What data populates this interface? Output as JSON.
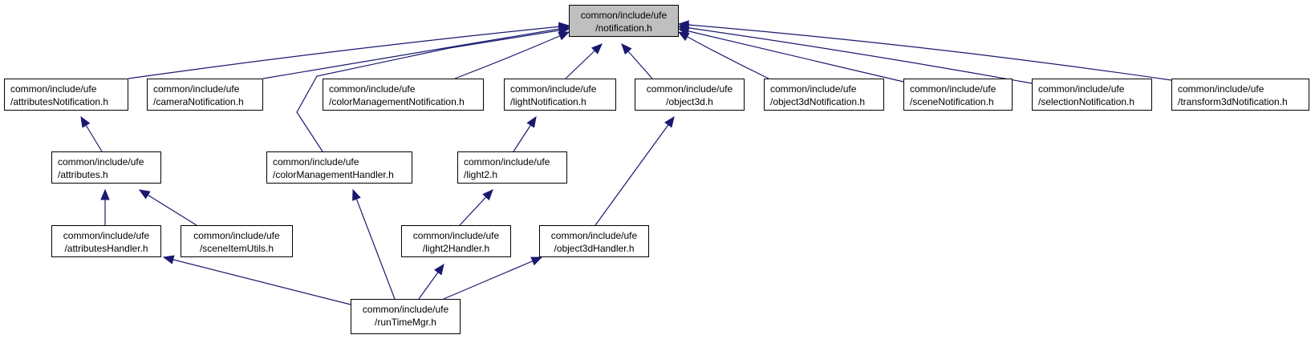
{
  "colors": {
    "edge": "#191970",
    "root_fill": "#bfbfbf",
    "node_fill": "#ffffff",
    "border": "#000000"
  },
  "nodes": {
    "notification": {
      "line1": "common/include/ufe",
      "line2": "/notification.h"
    },
    "attributesNotification": {
      "line1": "common/include/ufe",
      "line2": "/attributesNotification.h"
    },
    "cameraNotification": {
      "line1": "common/include/ufe",
      "line2": "/cameraNotification.h"
    },
    "colorManagementNotification": {
      "line1": "common/include/ufe",
      "line2": "/colorManagementNotification.h"
    },
    "lightNotification": {
      "line1": "common/include/ufe",
      "line2": "/lightNotification.h"
    },
    "object3d": {
      "line1": "common/include/ufe",
      "line2": "/object3d.h"
    },
    "object3dNotification": {
      "line1": "common/include/ufe",
      "line2": "/object3dNotification.h"
    },
    "sceneNotification": {
      "line1": "common/include/ufe",
      "line2": "/sceneNotification.h"
    },
    "selectionNotification": {
      "line1": "common/include/ufe",
      "line2": "/selectionNotification.h"
    },
    "transform3dNotification": {
      "line1": "common/include/ufe",
      "line2": "/transform3dNotification.h"
    },
    "attributes": {
      "line1": "common/include/ufe",
      "line2": "/attributes.h"
    },
    "colorManagementHandler": {
      "line1": "common/include/ufe",
      "line2": "/colorManagementHandler.h"
    },
    "light2": {
      "line1": "common/include/ufe",
      "line2": "/light2.h"
    },
    "attributesHandler": {
      "line1": "common/include/ufe",
      "line2": "/attributesHandler.h"
    },
    "sceneItemUtils": {
      "line1": "common/include/ufe",
      "line2": "/sceneItemUtils.h"
    },
    "light2Handler": {
      "line1": "common/include/ufe",
      "line2": "/light2Handler.h"
    },
    "object3dHandler": {
      "line1": "common/include/ufe",
      "line2": "/object3dHandler.h"
    },
    "runTimeMgr": {
      "line1": "common/include/ufe",
      "line2": "/runTimeMgr.h"
    }
  },
  "edges": [
    {
      "from": "attributesNotification",
      "to": "notification"
    },
    {
      "from": "cameraNotification",
      "to": "notification"
    },
    {
      "from": "colorManagementNotification",
      "to": "notification"
    },
    {
      "from": "lightNotification",
      "to": "notification"
    },
    {
      "from": "object3d",
      "to": "notification"
    },
    {
      "from": "object3dNotification",
      "to": "notification"
    },
    {
      "from": "sceneNotification",
      "to": "notification"
    },
    {
      "from": "selectionNotification",
      "to": "notification"
    },
    {
      "from": "transform3dNotification",
      "to": "notification"
    },
    {
      "from": "colorManagementHandler",
      "to": "notification"
    },
    {
      "from": "attributes",
      "to": "attributesNotification"
    },
    {
      "from": "light2",
      "to": "lightNotification"
    },
    {
      "from": "object3dHandler",
      "to": "object3d"
    },
    {
      "from": "attributesHandler",
      "to": "attributes"
    },
    {
      "from": "sceneItemUtils",
      "to": "attributes"
    },
    {
      "from": "light2Handler",
      "to": "light2"
    },
    {
      "from": "runTimeMgr",
      "to": "attributesHandler"
    },
    {
      "from": "runTimeMgr",
      "to": "colorManagementHandler"
    },
    {
      "from": "runTimeMgr",
      "to": "light2Handler"
    },
    {
      "from": "runTimeMgr",
      "to": "object3dHandler"
    }
  ]
}
